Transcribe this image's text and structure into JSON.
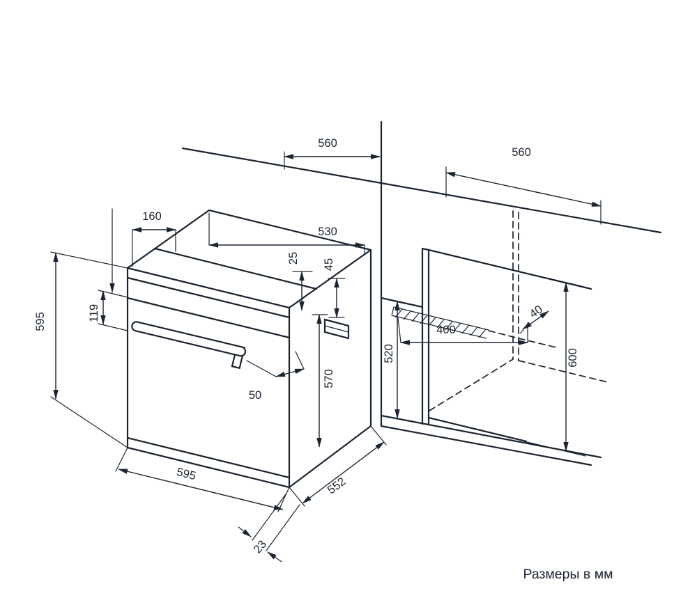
{
  "page": {
    "background_color": "#ffffff",
    "line_color": "#1b2430",
    "caption": "Размеры в мм"
  },
  "dimensions": {
    "v560_left": "560",
    "v560_right": "560",
    "v530": "530",
    "v160": "160",
    "v25": "25",
    "v45": "45",
    "v119": "119",
    "v595_height": "595",
    "v520": "520",
    "v400": "400",
    "v40": "40",
    "v600": "600",
    "v570": "570",
    "v50": "50",
    "v595_width": "595",
    "v552": "552",
    "v23": "23"
  }
}
